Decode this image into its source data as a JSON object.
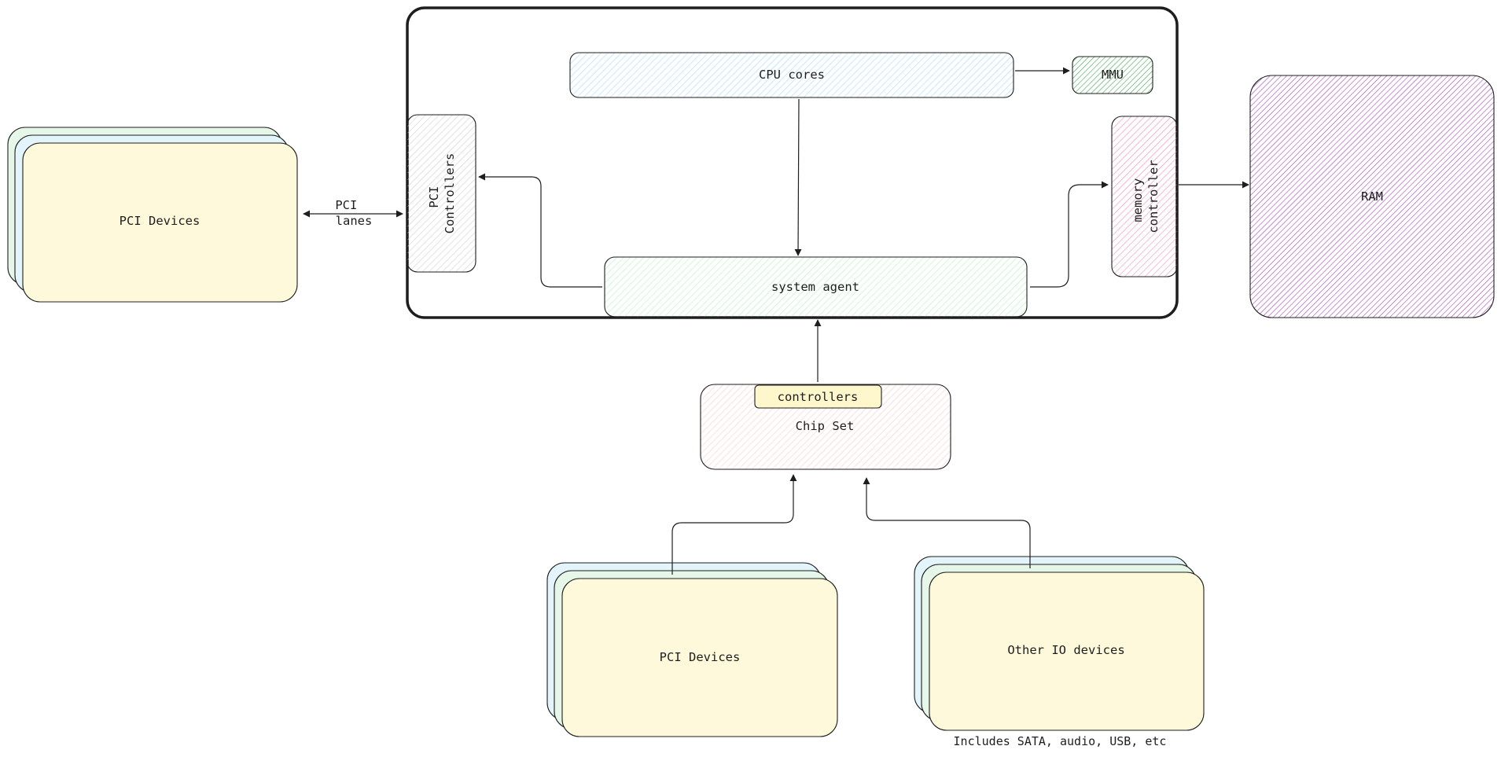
{
  "nodes": {
    "cpu_cores": "CPU cores",
    "mmu": "MMU",
    "pci_controllers": [
      "PCI",
      "Controllers"
    ],
    "memory_controller": [
      "memory",
      "controller"
    ],
    "system_agent": "system agent",
    "ram": "RAM",
    "pci_devices_left": "PCI Devices",
    "pci_lanes": [
      "PCI",
      "lanes"
    ],
    "chip_set": "Chip Set",
    "chip_set_controllers": "controllers",
    "pci_devices_bottom": "PCI Devices",
    "other_io_devices": "Other IO devices",
    "other_io_note": "Includes SATA, audio, USB, etc"
  },
  "colors": {
    "stroke": "#1e1e1e",
    "cpu_cores": "#a5d8ff",
    "mmu": "#2f9e44",
    "pci_controllers": "#cccccc",
    "memory_controller": "#f783ac",
    "system_agent": "#b2f2bb",
    "ram": "#9c36b5",
    "chip_set": "#ffc9c9",
    "device_back": "#e6f7e9",
    "device_mid": "#e3f4fb",
    "device_front": "#fff9db",
    "controllers_fill": "#fff7cc"
  }
}
